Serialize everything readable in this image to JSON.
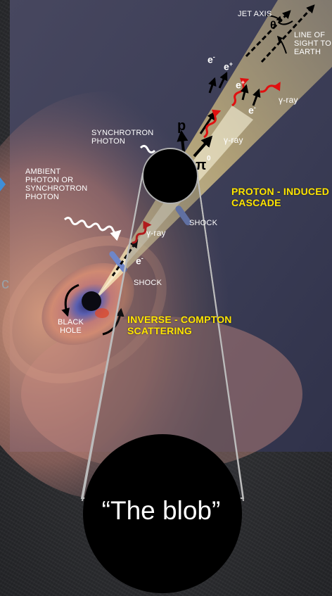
{
  "labels": {
    "jet_axis": "JET AXIS",
    "theta": "θ",
    "line_of_sight": "LINE OF\nSIGHT TO\nEARTH",
    "synchrotron_photon": "SYNCHROTRON\nPHOTON",
    "ambient_photon": "AMBIENT\nPHOTON OR\nSYNCHROTRON\nPHOTON",
    "proton_induced_cascade": "PROTON - INDUCED\nCASCADE",
    "shock_upper": "SHOCK",
    "shock_lower": "SHOCK",
    "black_hole": "BLACK\nHOLE",
    "inverse_compton": "INVERSE - COMPTON\nSCATTERING",
    "gamma_ray_1": "γ-ray",
    "gamma_ray_2": "γ-ray",
    "gamma_ray_3": "γ-ray",
    "proton": "p",
    "pion": "π",
    "pion_sup": "0"
  },
  "blob_label": "“The blob”",
  "edge_glyph": "c",
  "colors": {
    "background": "#2f3033",
    "label_yellow": "#ffe500",
    "photon_red": "#e01010",
    "shock_blue": "#6f86c8",
    "blob_black": "#000000"
  }
}
